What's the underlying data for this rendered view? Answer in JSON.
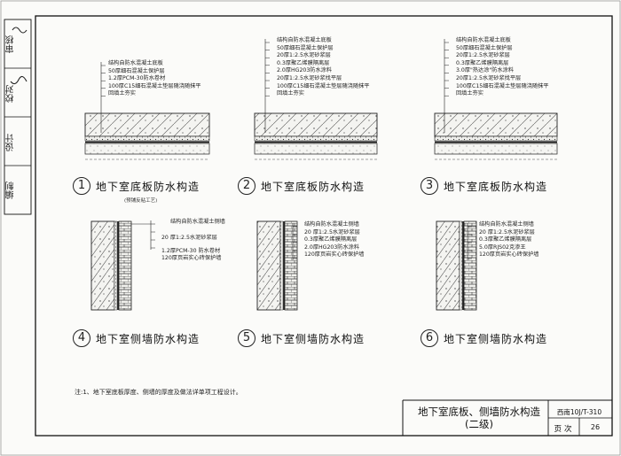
{
  "sidebar": {
    "labels": [
      "审核",
      "校对",
      "设计",
      "编制"
    ]
  },
  "details": [
    {
      "number": "1",
      "title": "地下室底板防水构造",
      "subnote": "(预铺反粘工艺)",
      "layers": [
        "结构自防水混凝土底板",
        "50厚细石混凝土保护层",
        "1.2厚PCM-30防水卷材",
        "100厚C15细石混凝土垫层随浇随抹平",
        "回填土夯实"
      ]
    },
    {
      "number": "2",
      "title": "地下室底板防水构造",
      "layers": [
        "结构自防水混凝土底板",
        "50厚细石混凝土保护层",
        "20厚1:2.5水泥砂浆层",
        "0.3厚聚乙烯膜隔离层",
        "2.0厚HG203防水涂料",
        "20厚1:2.5水泥砂浆找平层",
        "100厚C15细石混凝土垫层随浇随抹平",
        "回填土夯实"
      ]
    },
    {
      "number": "3",
      "title": "地下室底板防水构造",
      "layers": [
        "结构自防水混凝土底板",
        "50厚细石混凝土保护层",
        "20厚1:2.5水泥砂浆层",
        "0.3厚聚乙烯膜隔离层",
        "3.0厚\"热达涂\"防水涂料",
        "20厚1:2.5水泥砂浆找平层",
        "100厚C15细石混凝土垫层随浇随抹平",
        "回填土夯实"
      ]
    },
    {
      "number": "4",
      "title": "地下室侧墙防水构造",
      "layers": [
        "结构自防水混凝土侧墙",
        "20 厚1:2.5水泥砂浆层",
        "1.2厚PCM-30 防水卷材",
        "120厚页岩实心砖保护墙"
      ]
    },
    {
      "number": "5",
      "title": "地下室侧墙防水构造",
      "layers": [
        "结构自防水混凝土侧墙",
        "20 厚1:2.5水泥砂浆层",
        "0.3厚聚乙烯膜隔离层",
        "2.0厚HG203防水涂料",
        "120厚页岩实心砖保护墙"
      ]
    },
    {
      "number": "6",
      "title": "地下室侧墙防水构造",
      "layers": [
        "结构自防水混凝土侧墙",
        "20 厚1:2.5水泥砂浆层",
        "0.3厚聚乙烯膜隔离层",
        "5.0厚RJS02克渗王",
        "120厚页岩实心砖保护墙"
      ]
    }
  ],
  "note": "注:1、地下室底板厚度、侧墙的厚度及做法详单项工程设计。",
  "title_block": {
    "title_line1": "地下室底板、侧墙防水构造",
    "title_line2": "(二级)",
    "code": "西南10J/T-310",
    "page_label": "页次",
    "page_number": "26"
  }
}
